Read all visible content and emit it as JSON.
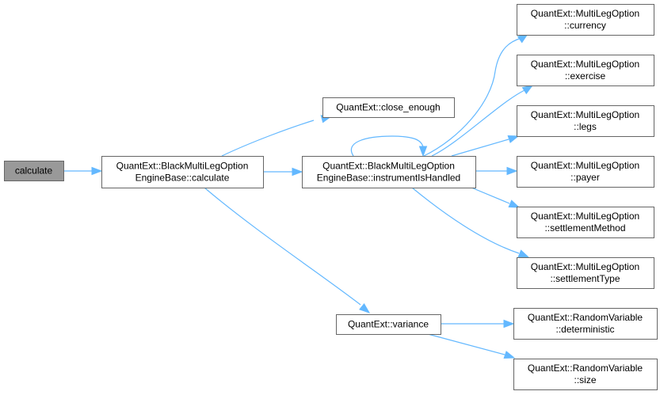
{
  "diagram": {
    "type": "call-graph",
    "colors": {
      "edge": "#63b8ff",
      "node_border": "#666666",
      "root_fill": "#999999",
      "node_fill": "#ffffff"
    },
    "nodes": [
      {
        "id": "calculate",
        "lines": [
          "calculate"
        ],
        "root": true
      },
      {
        "id": "engine_calculate",
        "lines": [
          "QuantExt::BlackMultiLegOption",
          "EngineBase::calculate"
        ]
      },
      {
        "id": "close_enough",
        "lines": [
          "QuantExt::close_enough"
        ]
      },
      {
        "id": "instrument_is_handled",
        "lines": [
          "QuantExt::BlackMultiLegOption",
          "EngineBase::instrumentIsHandled"
        ]
      },
      {
        "id": "currency",
        "lines": [
          "QuantExt::MultiLegOption",
          "::currency"
        ]
      },
      {
        "id": "exercise",
        "lines": [
          "QuantExt::MultiLegOption",
          "::exercise"
        ]
      },
      {
        "id": "legs",
        "lines": [
          "QuantExt::MultiLegOption",
          "::legs"
        ]
      },
      {
        "id": "payer",
        "lines": [
          "QuantExt::MultiLegOption",
          "::payer"
        ]
      },
      {
        "id": "settlement_method",
        "lines": [
          "QuantExt::MultiLegOption",
          "::settlementMethod"
        ]
      },
      {
        "id": "settlement_type",
        "lines": [
          "QuantExt::MultiLegOption",
          "::settlementType"
        ]
      },
      {
        "id": "variance",
        "lines": [
          "QuantExt::variance"
        ]
      },
      {
        "id": "deterministic",
        "lines": [
          "QuantExt::RandomVariable",
          "::deterministic"
        ]
      },
      {
        "id": "size",
        "lines": [
          "QuantExt::RandomVariable",
          "::size"
        ]
      }
    ],
    "edges": [
      {
        "from": "calculate",
        "to": "engine_calculate"
      },
      {
        "from": "engine_calculate",
        "to": "close_enough"
      },
      {
        "from": "engine_calculate",
        "to": "instrument_is_handled"
      },
      {
        "from": "engine_calculate",
        "to": "variance"
      },
      {
        "from": "instrument_is_handled",
        "to": "instrument_is_handled"
      },
      {
        "from": "instrument_is_handled",
        "to": "currency"
      },
      {
        "from": "instrument_is_handled",
        "to": "exercise"
      },
      {
        "from": "instrument_is_handled",
        "to": "legs"
      },
      {
        "from": "instrument_is_handled",
        "to": "payer"
      },
      {
        "from": "instrument_is_handled",
        "to": "settlement_method"
      },
      {
        "from": "instrument_is_handled",
        "to": "settlement_type"
      },
      {
        "from": "variance",
        "to": "deterministic"
      },
      {
        "from": "variance",
        "to": "size"
      }
    ]
  }
}
